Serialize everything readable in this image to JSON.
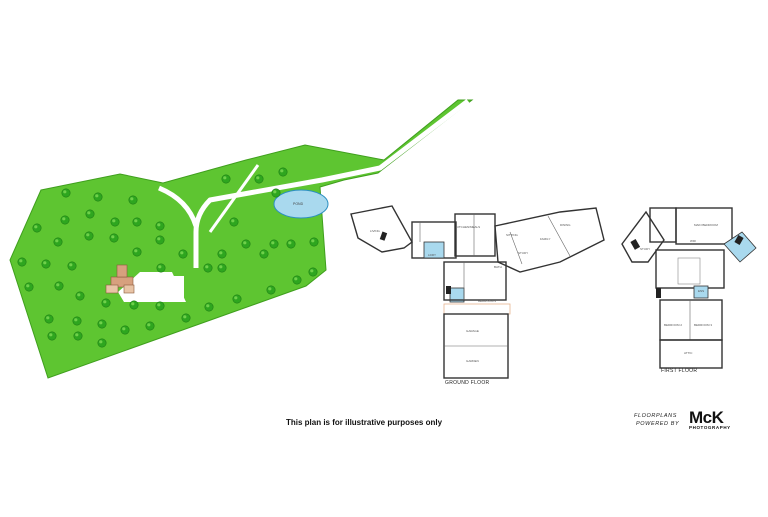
{
  "site": {
    "pond_label": "POND",
    "colors": {
      "grass": "#5ec531",
      "grass_edge": "#3f9f1d",
      "tree": "#2ea61f",
      "road": "#ffffff",
      "pond": "#a9d9ee",
      "wet_room": "#a9d9ee"
    }
  },
  "ground_floor": {
    "label": "GROUND FLOOR",
    "rooms": {
      "living": "LIVING",
      "kitchen": "KITCHEN/MEALS",
      "sitting": "SITTING",
      "dining": "DINING",
      "laundry": "LDRY",
      "study": "STUDY",
      "family": "FAMILY",
      "bath": "BATH",
      "bedroom4": "BEDROOM 4",
      "garage": "GARAGE",
      "garden": "GARDEN"
    }
  },
  "first_floor": {
    "label": "FIRST FLOOR",
    "rooms": {
      "master": "MAIN BEDROOM",
      "study": "STUDY",
      "robe": "WIR",
      "bed2": "BEDROOM 2",
      "bed3": "BEDROOM 3",
      "attic": "ATTIC",
      "ens": "ENS"
    }
  },
  "disclaimer": "This plan is for illustrative purposes only",
  "brand": {
    "line1": "FLOORPLANS",
    "line2": "POWERED BY",
    "name": "McK",
    "sub": "PHOTOGRAPHY"
  }
}
